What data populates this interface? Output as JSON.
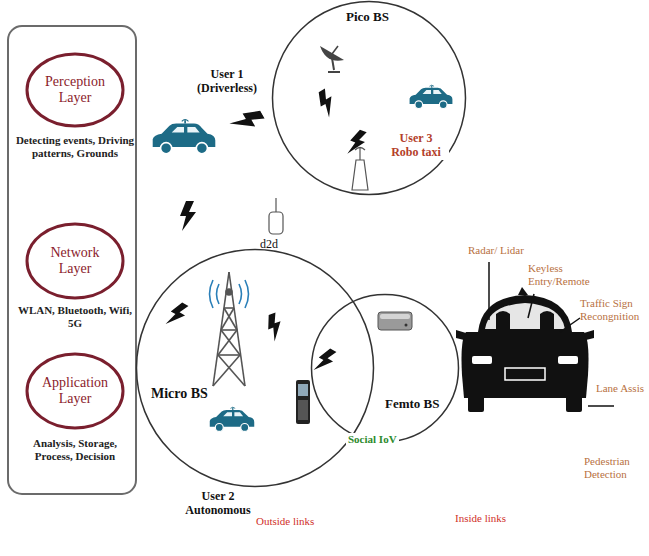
{
  "diagram": {
    "nodes": [
      {
        "text": [
          "Perception Layer"
        ]
      },
      {
        "text": [
          "Network Layer"
        ]
      },
      {
        "text": [
          "Application Layer"
        ]
      },
      {
        "text": [
          "Pico BS",
          "User 3 Robo taxi"
        ]
      },
      {
        "text": [
          "Micro BS",
          "User 2 Autonomous"
        ]
      },
      {
        "text": [
          "Femto BS",
          "Social IoV"
        ]
      }
    ],
    "labels": [
      "Detecting events, Driving patterns, Grounds",
      "WLAN, Bluetooth, Wifi, 5G",
      "Analysis, Storage, Process, Decision",
      "User 1 (Driverless)",
      "d2d",
      "Radar/ Lidar",
      "Keyless Entry/Remote",
      "Traffic Sign Recongnition",
      "Lane Assis",
      "Pedestrian Detection",
      "Outside links",
      "Inside links"
    ]
  }
}
